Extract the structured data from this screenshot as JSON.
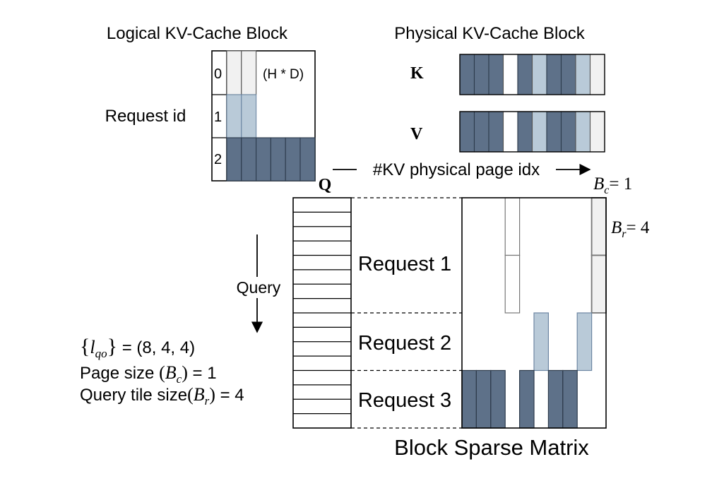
{
  "labels": {
    "logical_title": "Logical KV-Cache Block",
    "physical_title": "Physical KV-Cache Block",
    "hd": "(H * D)",
    "request_id": "Request id",
    "row_ids": [
      "0",
      "1",
      "2"
    ],
    "k": "K",
    "v": "V",
    "kv_page_idx": "#KV physical page idx",
    "q": "Q",
    "bc_eq": "= 1",
    "br_eq": "= 4",
    "B": "B",
    "c": "c",
    "r": "r",
    "query": "Query",
    "requests": [
      "Request 1",
      "Request 2",
      "Request 3"
    ],
    "matrix_title": "Block Sparse Matrix",
    "lqo_l": "l",
    "lqo_sub": "qo",
    "lqo_value": " = (8, 4, 4)",
    "page_size_prefix": "Page size ",
    "page_size_suffix": " = 1",
    "tile_prefix": "Query tile size",
    "tile_suffix": " = 4"
  },
  "colors": {
    "dark": "#5e7189",
    "mid": "#b9cad8",
    "light": "#f1f1f1",
    "outline_gray": "#777777",
    "dark_edge": "#2d3b4c"
  },
  "kv_pages": [
    "dark",
    "dark",
    "dark",
    "white",
    "dark",
    "mid",
    "dark",
    "dark",
    "mid",
    "light"
  ],
  "logical_rows": [
    [
      "light",
      "light"
    ],
    [
      "mid",
      "mid"
    ],
    [
      "dark",
      "dark",
      "dark",
      "dark",
      "dark",
      "dark"
    ]
  ],
  "query_rows": 16,
  "request_query_lengths": [
    8,
    4,
    4
  ],
  "matrix_cells": [
    [
      3,
      0
    ],
    [
      3,
      1
    ],
    [
      9,
      0
    ],
    [
      9,
      1
    ],
    [
      5,
      2
    ],
    [
      8,
      2
    ],
    [
      0,
      3
    ],
    [
      1,
      3
    ],
    [
      2,
      3
    ],
    [
      4,
      3
    ],
    [
      6,
      3
    ],
    [
      7,
      3
    ]
  ]
}
